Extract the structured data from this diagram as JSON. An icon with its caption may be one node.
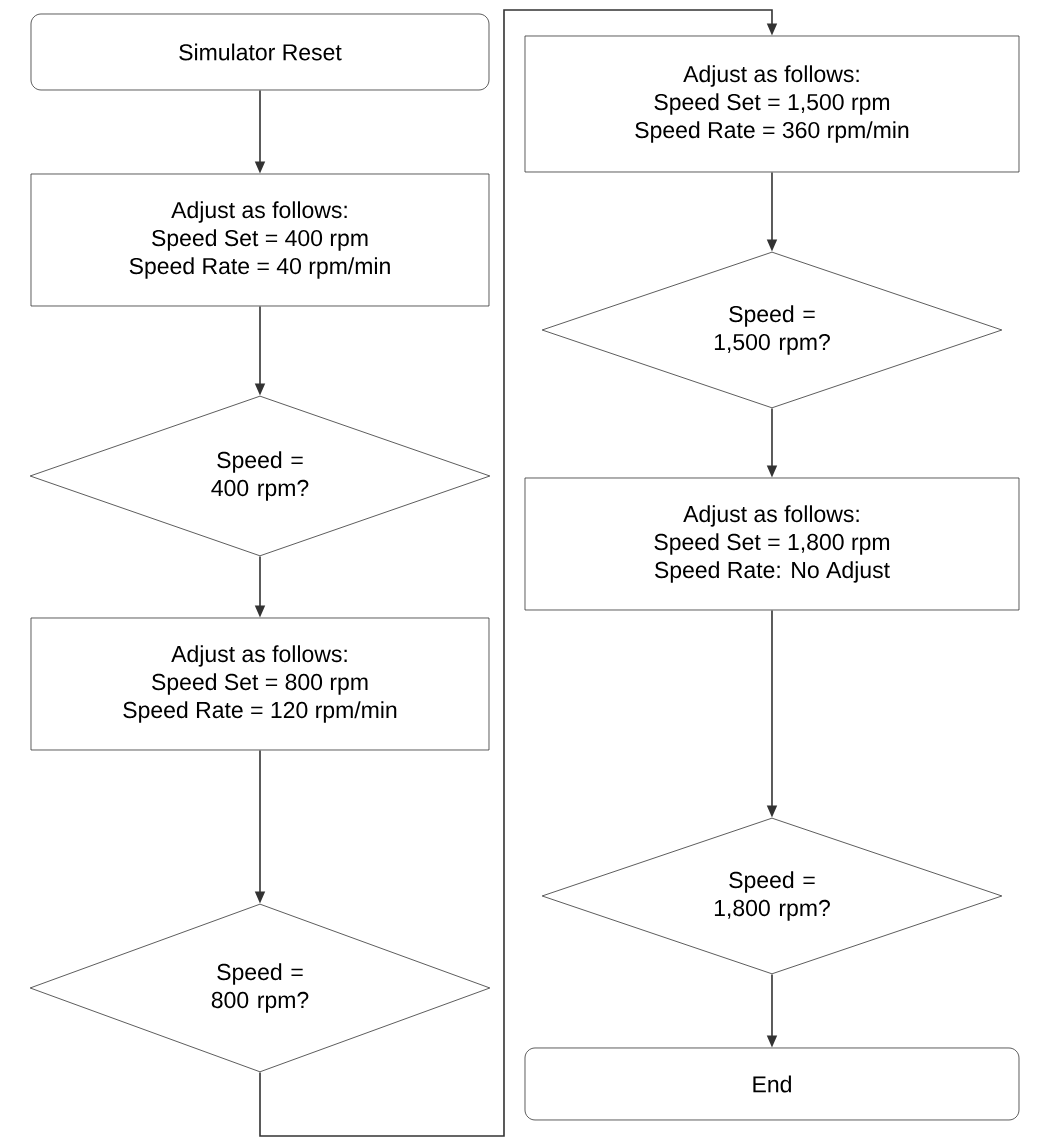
{
  "diagram": {
    "nodes": [
      {
        "text": [
          "Simulator Reset"
        ]
      },
      {
        "text": [
          "Adjust as follows:",
          "Speed Set = 400 rpm",
          "Speed Rate = 40 rpm/min"
        ]
      },
      {
        "text": [
          "Speed = 400 rpm?"
        ]
      },
      {
        "text": [
          "Adjust as follows:",
          "Speed Set = 800 rpm",
          "Speed Rate = 120 rpm/min"
        ]
      },
      {
        "text": [
          "Speed = 800 rpm?"
        ]
      },
      {
        "text": [
          "Adjust as follows:",
          "Speed Set = 1,500 rpm",
          "Speed Rate = 360 rpm/min"
        ]
      },
      {
        "text": [
          "Speed = 1,500 rpm?"
        ]
      },
      {
        "text": [
          "Adjust as follows:",
          "Speed Set = 1,800 rpm",
          "Speed Rate: No Adjust"
        ]
      },
      {
        "text": [
          "Speed = 1,800 rpm?"
        ]
      },
      {
        "text": [
          "End"
        ]
      }
    ],
    "edges": [
      {
        "from": 0,
        "to": 1,
        "arrow": "to"
      },
      {
        "from": 1,
        "to": 2,
        "arrow": "to"
      },
      {
        "from": 2,
        "to": 3,
        "arrow": "to"
      },
      {
        "from": 3,
        "to": 4,
        "arrow": "to"
      },
      {
        "from": 4,
        "to": 5,
        "arrow": "to"
      },
      {
        "from": 5,
        "to": 6,
        "arrow": "to"
      },
      {
        "from": 6,
        "to": 7,
        "arrow": "to"
      },
      {
        "from": 7,
        "to": 8,
        "arrow": "to"
      },
      {
        "from": 8,
        "to": 9,
        "arrow": "to"
      }
    ]
  }
}
